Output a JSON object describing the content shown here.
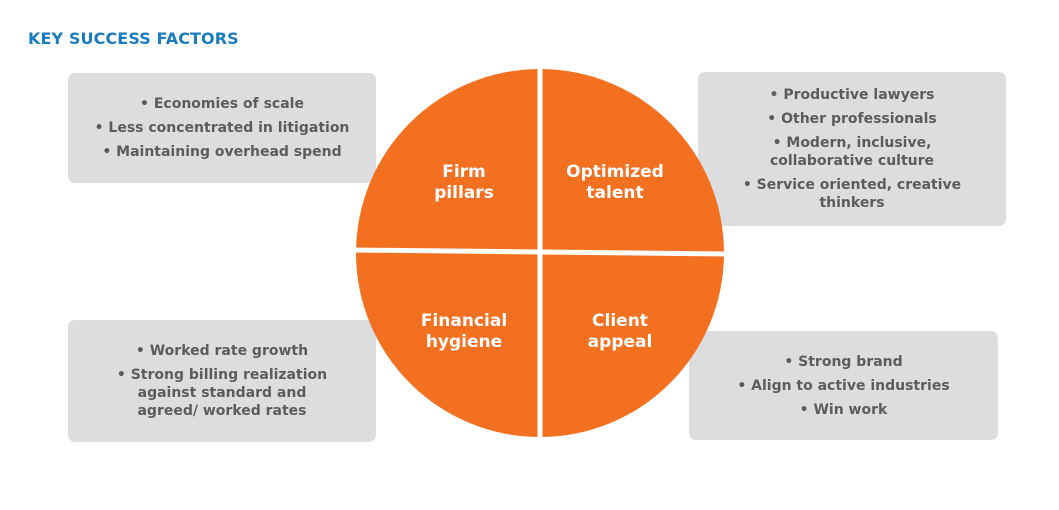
{
  "title": "KEY SUCCESS FACTORS",
  "colors": {
    "accent": "#f37021",
    "title": "#1a7bbf",
    "box": "#dcdddf",
    "text": "#5b5c5e"
  },
  "quadrants": [
    {
      "label_line1": "Firm",
      "label_line2": "pillars"
    },
    {
      "label_line1": "Optimized",
      "label_line2": "talent"
    },
    {
      "label_line1": "Financial",
      "label_line2": "hygiene"
    },
    {
      "label_line1": "Client",
      "label_line2": "appeal"
    }
  ],
  "boxes": {
    "firm_pillars": [
      "• Economies of scale",
      "• Less concentrated in litigation",
      "• Maintaining overhead spend"
    ],
    "optimized_talent": [
      "• Productive lawyers",
      "• Other professionals",
      "• Modern, inclusive, collaborative culture",
      "• Service oriented, creative thinkers"
    ],
    "financial_hygiene": [
      "• Worked rate growth",
      "• Strong billing realization against standard and agreed/ worked rates"
    ],
    "client_appeal": [
      "• Strong brand",
      "• Align to active industries",
      "• Win work"
    ]
  }
}
